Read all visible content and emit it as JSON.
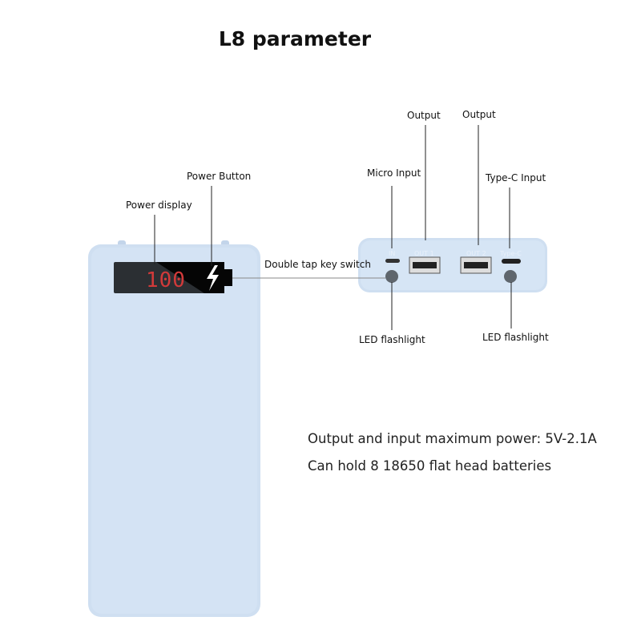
{
  "title": "L8 parameter",
  "display": {
    "reading": "100"
  },
  "labels": {
    "power_display": "Power display",
    "power_button": "Power Button",
    "double_tap": "Double tap key switch",
    "micro_input": "Micro Input",
    "output_1": "Output",
    "output_2": "Output",
    "type_c_input": "Type-C Input",
    "led_left": "LED flashlight",
    "led_right": "LED flashlight"
  },
  "port_labels": {
    "in": "IN",
    "out1": "OUT 1",
    "out2": "OUT 2",
    "typec": "Type-C"
  },
  "specs": [
    "Output and input maximum power: 5V-2.1A",
    "Can hold 8 18650 flat head batteries"
  ],
  "colors": {
    "body": "#cfdff1",
    "display_digits": "#d23a3a"
  }
}
